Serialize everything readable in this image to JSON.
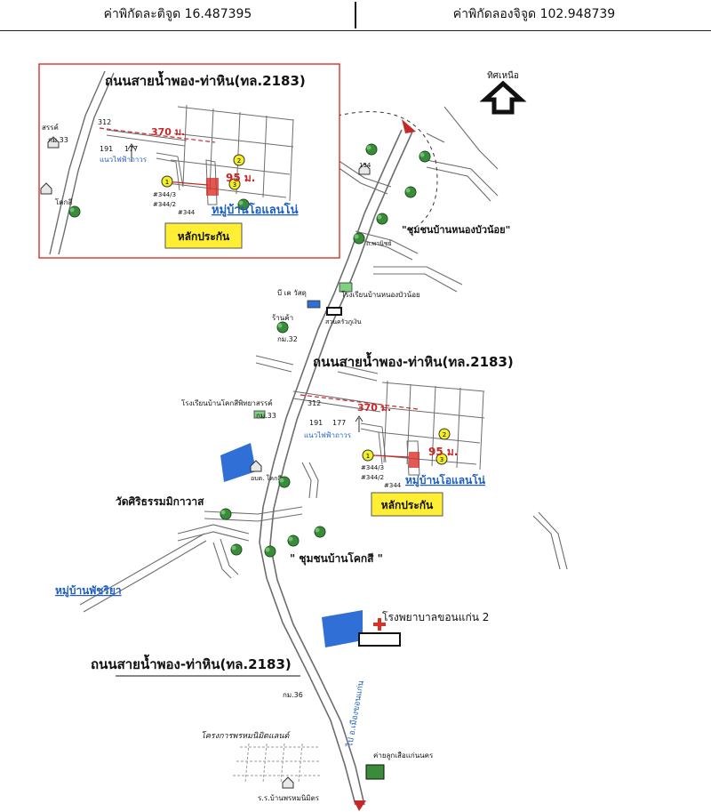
{
  "header": {
    "latitude": "ค่าพิกัดละติจูด 16.487395",
    "longitude": "ค่าพิกัดลองจิจูด 102.948739"
  },
  "map": {
    "north_label": "ทิศเหนือ",
    "road_label": "ถนนสายน้ำพอง-ท่าหิน(ทล.2183)",
    "village_on_lan_noi": "หมู่บ้านโอแลนโน่",
    "collateral_label": "หลักประกัน",
    "distance_370": "370 ม.",
    "distance_95": "95 ม.",
    "power_line": "แนวไฟฟ้าถาวร",
    "km_33": "กม.33",
    "km_32": "กม.32",
    "km_36": "กม.36",
    "no_312": "312",
    "no_191": "191",
    "no_177": "177",
    "no_134": "134",
    "no_344_3": "#344/3",
    "no_344_2": "#344/2",
    "no_344": "#344",
    "community_nong_bua_noi": "\"ชุมชนบ้านหนองบัวน้อย\"",
    "community_khok_si": "\" ชุมชนบ้านโคกสี \"",
    "school_nong_bua_noi": "โรงเรียนบ้านหนองบัวน้อย",
    "gas_station": "บี เค วัสดุ",
    "shop": "ร้านค้า",
    "garden": "สวนครัวภูเงิน",
    "school_khok_si": "โรงเรียนบ้านโคกสีพิทยาสรรค์",
    "khok_si_office": "อบต. โคกสี",
    "temple": "วัดศิริธรรมมิกาวาส",
    "village_phatchariya": "หมู่บ้านพัชริยา",
    "hospital": "โรงพยาบาลขอนแก่น 2",
    "project": "โครงการพรหมนิมิตแลนด์",
    "camp": "ค่ายลูกเสือแก่นนคร",
    "school_phrommanimit": "ร.ร.บ้านพรหมนิมิตร",
    "to_khon_kaen": "ไป อ.เมืองขอนแก่น",
    "inset_school": "สรรค์",
    "inset_khok_si": "โคกสี",
    "marker_1": "1",
    "marker_2": "2",
    "marker_3": "3",
    "pha_nitchai": "ถ.พานิชย์"
  },
  "colors": {
    "road": "#6d6d6d",
    "inset_border": "#d9302a",
    "label_blue": "#1f5fbf",
    "distance_red": "#c62828",
    "building_blue": "#2f6fd6",
    "highlight_yellow": "#ffee33",
    "marker_yellow": "#f3ef22",
    "tree_green": "#3a8c3a"
  }
}
